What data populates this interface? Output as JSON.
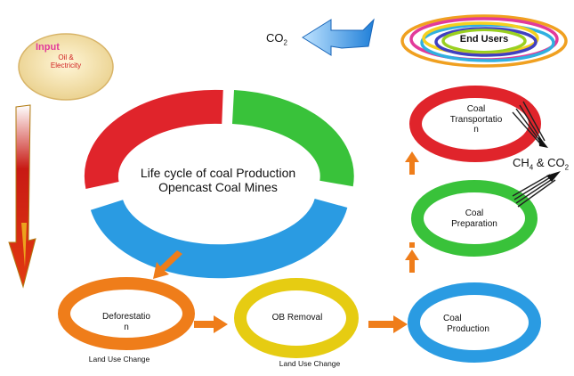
{
  "input": {
    "title": "Input",
    "line1": "Oil &",
    "line2": "Electricity"
  },
  "co2_label": "CO",
  "co2_sub": "2",
  "end_users": "End Users",
  "lifecycle": {
    "line1": "Life cycle of coal Production",
    "line2": "Opencast Coal Mines"
  },
  "transport": {
    "line1": "Coal",
    "line2": "Transportatio",
    "line3": "n"
  },
  "emissions": {
    "ch": "CH",
    "ch_sub": "4",
    "amp": " & CO",
    "co_sub": "2"
  },
  "preparation": {
    "line1": "Coal",
    "line2": "Preparation"
  },
  "deforestation": {
    "line1": "Deforestatio",
    "line2": "n",
    "caption": "Land Use Change"
  },
  "ob_removal": {
    "label": "OB Removal",
    "caption": "Land Use Change"
  },
  "production": {
    "line1": "Coal",
    "line2": "Production"
  },
  "colors": {
    "red": "#e0242b",
    "green": "#39c23a",
    "blue": "#2a9be2",
    "orange": "#ef7d1a",
    "yellow": "#e6cc12"
  }
}
